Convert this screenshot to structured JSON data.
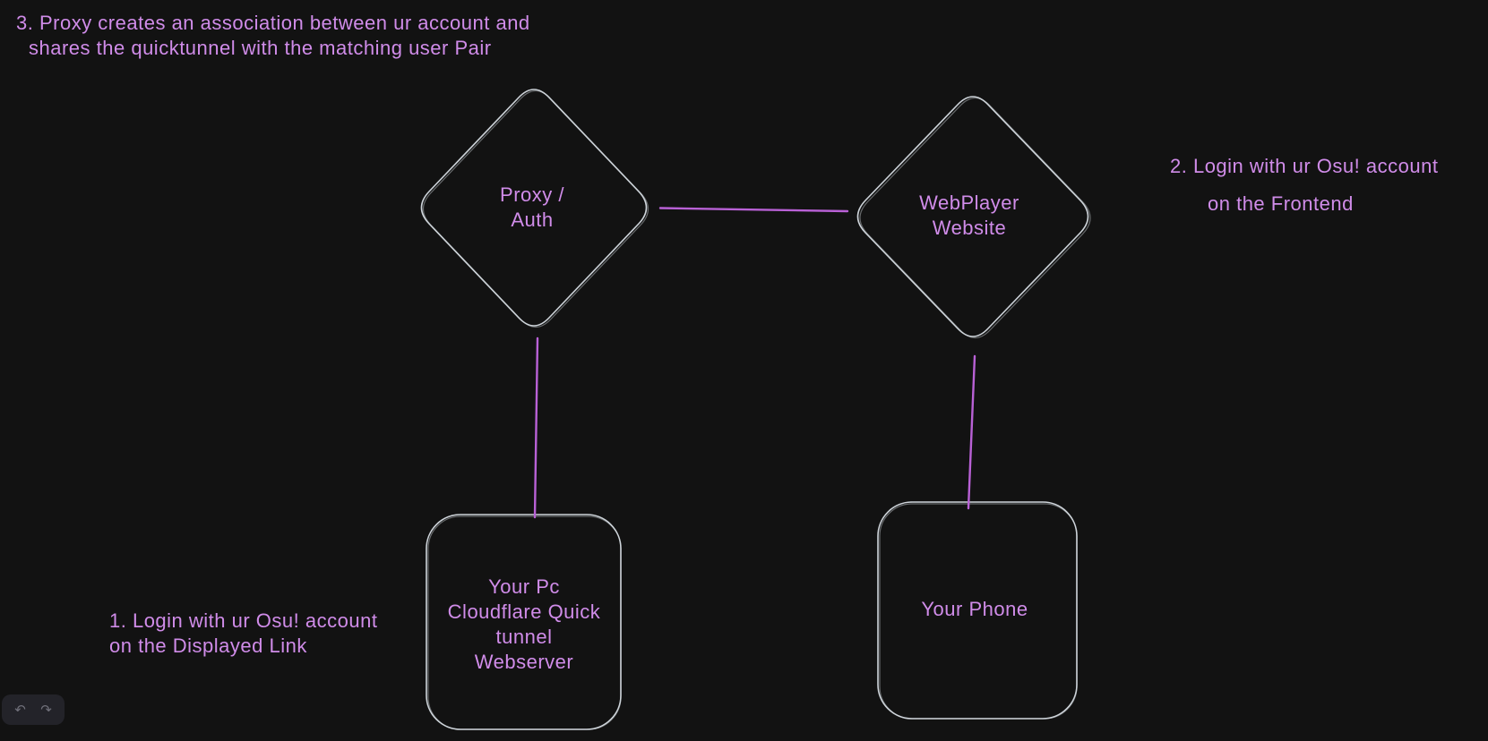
{
  "canvas": {
    "background_color": "#121212",
    "shape_stroke_color": "#ced4da",
    "connector_color": "#b961d6",
    "text_color": "#d08ce9"
  },
  "annotations": {
    "note3": {
      "line1": "3. Proxy creates an association between ur account and",
      "line2": "shares the quicktunnel with the matching user Pair"
    },
    "note2": {
      "line1": "2. Login with ur Osu! account",
      "line2": "on the Frontend"
    },
    "note1": {
      "line1": "1. Login with ur Osu! account",
      "line2": "on the Displayed Link"
    }
  },
  "nodes": {
    "proxy_auth": {
      "shape": "diamond",
      "line1": "Proxy /",
      "line2": "Auth"
    },
    "webplayer": {
      "shape": "diamond",
      "line1": "WebPlayer",
      "line2": "Website"
    },
    "pc_webserver": {
      "shape": "rectangle",
      "line1": "Your Pc",
      "line2": "Cloudflare Quick",
      "line3": "tunnel",
      "line4": "Webserver"
    },
    "your_phone": {
      "shape": "rectangle",
      "line1": "Your Phone"
    }
  },
  "connections": [
    {
      "from": "proxy_auth",
      "to": "webplayer"
    },
    {
      "from": "proxy_auth",
      "to": "pc_webserver"
    },
    {
      "from": "webplayer",
      "to": "your_phone"
    }
  ],
  "toolbar": {
    "undo_icon": "↶",
    "redo_icon": "↷"
  }
}
